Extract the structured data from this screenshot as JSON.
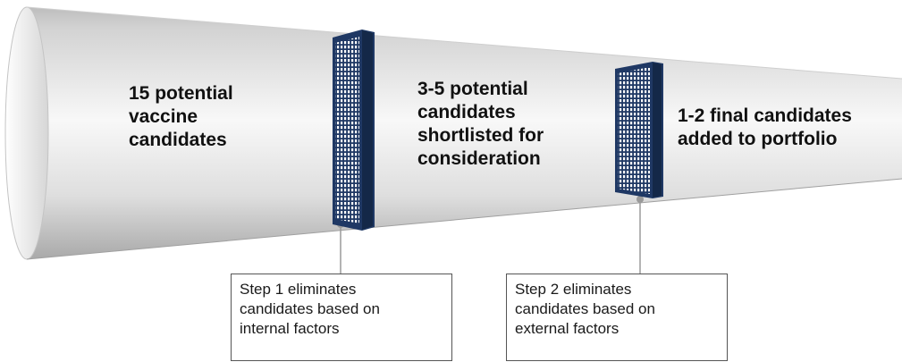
{
  "stages": [
    {
      "lines": [
        "15 potential",
        "vaccine",
        "candidates"
      ]
    },
    {
      "lines": [
        "3-5 potential",
        "candidates",
        "shortlisted for",
        "consideration"
      ]
    },
    {
      "lines": [
        "1-2 final candidates",
        "added to portfolio"
      ]
    }
  ],
  "callouts": [
    {
      "lines": [
        "Step 1 eliminates",
        "candidates based on",
        "internal factors"
      ]
    },
    {
      "lines": [
        "Step 2 eliminates",
        "candidates based on",
        "external factors"
      ]
    }
  ],
  "colors": {
    "funnel_light": "#f7f7f7",
    "funnel_mid": "#dcdcdc",
    "funnel_dark": "#b4b4b4",
    "filter_navy": "#1f3864",
    "callout_border": "#555555",
    "connector": "#9a9a9a"
  }
}
